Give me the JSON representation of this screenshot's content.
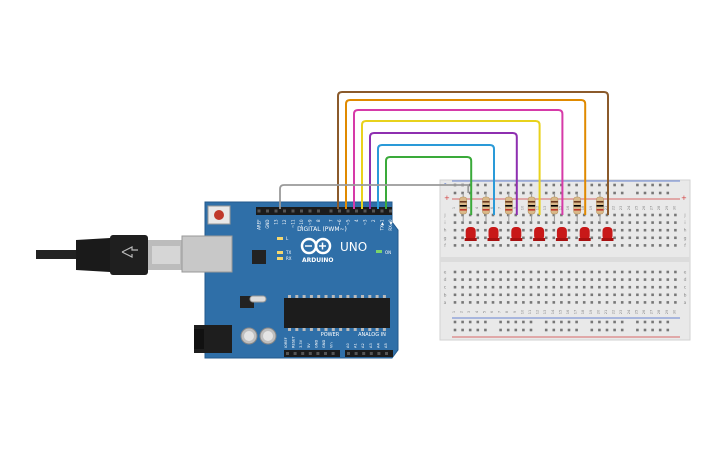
{
  "board": {
    "brand": "ARDUINO",
    "model": "UNO",
    "digital_header": "DIGITAL (PWM~)",
    "power_header": "POWER",
    "analog_header": "ANALOG IN",
    "on_label": "ON",
    "tx_label": "TX",
    "rx_label": "RX",
    "l_label": "L",
    "digital_pins": [
      "AREF",
      "GND",
      "13",
      "12",
      "~11",
      "~10",
      "~9",
      "8",
      "7",
      "~6",
      "~5",
      "4",
      "~3",
      "2",
      "TX▶1",
      "RX◀0"
    ],
    "power_pins": [
      "IOREF",
      "RESET",
      "3.3V",
      "5V",
      "GND",
      "GND",
      "Vin"
    ],
    "analog_pins": [
      "A0",
      "A1",
      "A2",
      "A3",
      "A4",
      "A5"
    ]
  },
  "breadboard": {
    "columns": [
      "1",
      "2",
      "3",
      "4",
      "5",
      "6",
      "7",
      "8",
      "9",
      "10",
      "11",
      "12",
      "13",
      "14",
      "15",
      "16",
      "17",
      "18",
      "19",
      "20",
      "21",
      "22",
      "23",
      "24",
      "25",
      "26",
      "27",
      "28",
      "29",
      "30"
    ],
    "rows_top": [
      "j",
      "i",
      "h",
      "g",
      "f"
    ],
    "rows_bottom": [
      "e",
      "d",
      "c",
      "b",
      "a"
    ],
    "rail_plus": "+",
    "rail_minus": "-"
  },
  "components": {
    "led_count": 7,
    "resistor_count": 7,
    "led_color": "#c81818"
  },
  "wires": [
    {
      "pin": "7",
      "color": "#8b5a2b"
    },
    {
      "pin": "6",
      "color": "#e08a00"
    },
    {
      "pin": "5",
      "color": "#d63aa8"
    },
    {
      "pin": "4",
      "color": "#e8d21c"
    },
    {
      "pin": "3",
      "color": "#8e2fb0"
    },
    {
      "pin": "2",
      "color": "#2a9ad8"
    },
    {
      "pin": "1",
      "color": "#3aaa3a"
    },
    {
      "pin": "GND",
      "color": "#9a9a9a"
    }
  ]
}
